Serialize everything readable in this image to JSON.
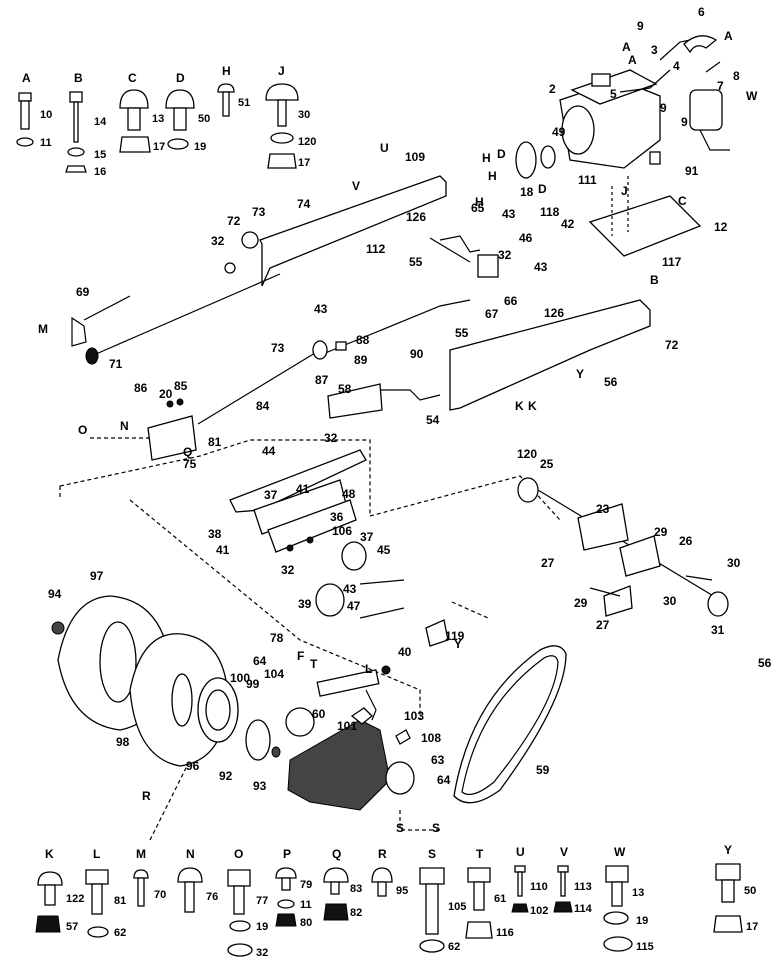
{
  "hardware_top": [
    {
      "letter": "A",
      "items": [
        "10",
        "11"
      ]
    },
    {
      "letter": "B",
      "items": [
        "14",
        "15",
        "16"
      ]
    },
    {
      "letter": "C",
      "items": [
        "13",
        "17",
        "19"
      ]
    },
    {
      "letter": "D",
      "items": [
        "50"
      ]
    },
    {
      "letter": "H",
      "items": [
        "51"
      ]
    },
    {
      "letter": "J",
      "items": [
        "30",
        "120",
        "17"
      ]
    }
  ],
  "hardware_bottom": [
    {
      "letter": "K",
      "items": [
        "122",
        "57"
      ]
    },
    {
      "letter": "L",
      "items": [
        "81",
        "62"
      ]
    },
    {
      "letter": "M",
      "items": [
        "70"
      ]
    },
    {
      "letter": "N",
      "items": [
        "76"
      ]
    },
    {
      "letter": "O",
      "items": [
        "77",
        "19",
        "32"
      ]
    },
    {
      "letter": "P",
      "items": [
        "79",
        "11",
        "80"
      ]
    },
    {
      "letter": "Q",
      "items": [
        "83",
        "82"
      ]
    },
    {
      "letter": "R",
      "items": [
        "95"
      ]
    },
    {
      "letter": "S",
      "items": [
        "105",
        "62"
      ]
    },
    {
      "letter": "T",
      "items": [
        "61",
        "116"
      ]
    },
    {
      "letter": "U",
      "items": [
        "110",
        "102"
      ]
    },
    {
      "letter": "V",
      "items": [
        "113",
        "114"
      ]
    },
    {
      "letter": "W",
      "items": [
        "13",
        "19",
        "115"
      ]
    },
    {
      "letter": "Y",
      "items": [
        "50",
        "17"
      ]
    }
  ],
  "callouts": [
    "2",
    "3",
    "4",
    "5",
    "6",
    "7",
    "8",
    "9",
    "9",
    "9",
    "12",
    "18",
    "20",
    "23",
    "25",
    "26",
    "27",
    "27",
    "29",
    "29",
    "30",
    "30",
    "31",
    "32",
    "32",
    "32",
    "32",
    "36",
    "37",
    "37",
    "38",
    "39",
    "40",
    "41",
    "41",
    "42",
    "43",
    "43",
    "43",
    "43",
    "44",
    "45",
    "46",
    "47",
    "48",
    "49",
    "54",
    "55",
    "55",
    "56",
    "56",
    "58",
    "59",
    "60",
    "63",
    "64",
    "64",
    "65",
    "66",
    "67",
    "69",
    "71",
    "72",
    "72",
    "73",
    "73",
    "74",
    "75",
    "78",
    "81",
    "84",
    "85",
    "86",
    "87",
    "88",
    "89",
    "90",
    "91",
    "92",
    "93",
    "94",
    "96",
    "97",
    "98",
    "99",
    "100",
    "101",
    "103",
    "104",
    "106",
    "108",
    "109",
    "111",
    "112",
    "117",
    "118",
    "119",
    "120",
    "126",
    "126"
  ],
  "callout_letters": [
    "A",
    "A",
    "A",
    "B",
    "C",
    "D",
    "D",
    "H",
    "H",
    "H",
    "J",
    "K",
    "K",
    "L",
    "M",
    "N",
    "O",
    "Q",
    "R",
    "S",
    "S",
    "T",
    "U",
    "V",
    "W",
    "Y",
    "Y",
    "F"
  ]
}
